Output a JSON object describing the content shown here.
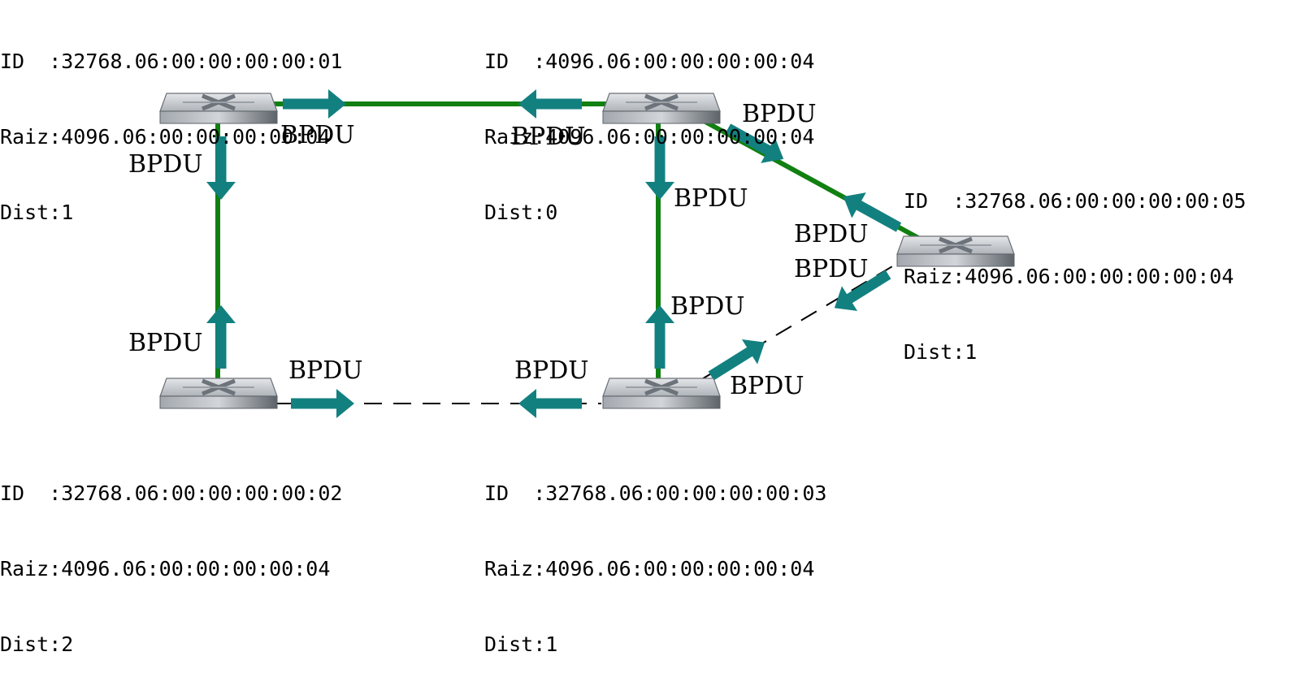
{
  "switches": [
    {
      "id_line": "ID  :32768.06:00:00:00:00:01",
      "root_line": "Raiz:4096.06:00:00:00:00:04",
      "dist_line": "Dist:1"
    },
    {
      "id_line": "ID  :4096.06:00:00:00:00:04",
      "root_line": "Raiz:4096.06:00:00:00:00:04",
      "dist_line": "Dist:0"
    },
    {
      "id_line": "ID  :32768.06:00:00:00:00:05",
      "root_line": "Raiz:4096.06:00:00:00:00:04",
      "dist_line": "Dist:1"
    },
    {
      "id_line": "ID  :32768.06:00:00:00:00:02",
      "root_line": "Raiz:4096.06:00:00:00:00:04",
      "dist_line": "Dist:2"
    },
    {
      "id_line": "ID  :32768.06:00:00:00:00:03",
      "root_line": "Raiz:4096.06:00:00:00:00:04",
      "dist_line": "Dist:1"
    }
  ],
  "bpdu_label": "BPDU",
  "colors": {
    "active_link": "#118011",
    "blocked_link": "#000000",
    "arrow": "#138080",
    "switch_top": "#c5c8cc",
    "switch_front": "#8e949b"
  }
}
